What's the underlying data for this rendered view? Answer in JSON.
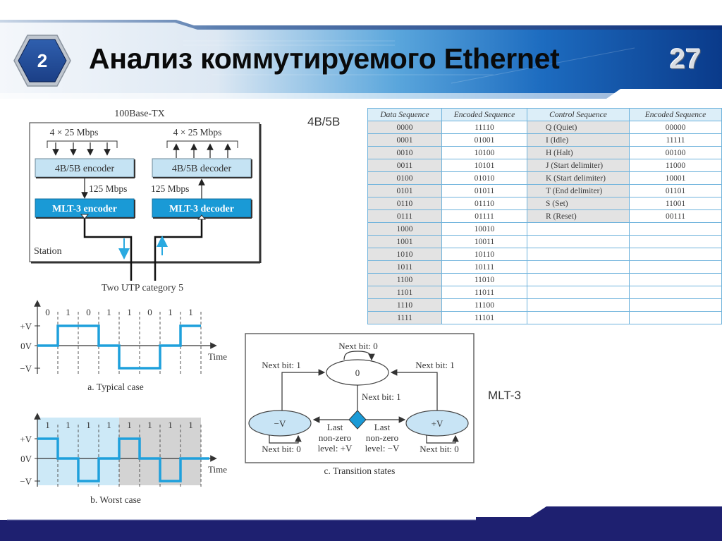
{
  "header": {
    "section_number": "2",
    "title": "Анализ коммутируемого Ethernet",
    "page_number": "27",
    "colors": {
      "band_dark": "#0b3d8f",
      "band_light": "#e6eef6",
      "hex_fill": "#2f5fae",
      "footer": "#1e2070"
    }
  },
  "labels": {
    "table_caption": "4B/5B",
    "state_caption": "MLT-3"
  },
  "block_diagram": {
    "title": "100Base-TX",
    "rate_in": "4 × 25 Mbps",
    "rate_out": "4 × 25 Mbps",
    "encoder_4b5b": "4B/5B encoder",
    "decoder_4b5b": "4B/5B decoder",
    "rate_mid_left": "125 Mbps",
    "rate_mid_right": "125 Mbps",
    "encoder_mlt3": "MLT-3 encoder",
    "decoder_mlt3": "MLT-3 decoder",
    "station": "Station",
    "cable": "Two UTP category 5"
  },
  "waveform_typical": {
    "caption": "a. Typical case",
    "bits": [
      "0",
      "1",
      "0",
      "1",
      "1",
      "0",
      "1",
      "1"
    ],
    "levels": [
      0,
      1,
      1,
      0,
      -1,
      -1,
      0,
      1
    ],
    "y_labels": [
      "+V",
      "0V",
      "−V"
    ],
    "x_label": "Time"
  },
  "waveform_worst": {
    "caption": "b. Worst case",
    "bits": [
      "1",
      "1",
      "1",
      "1",
      "1",
      "1",
      "1",
      "1"
    ],
    "levels": [
      1,
      0,
      -1,
      0,
      1,
      0,
      -1,
      0
    ],
    "y_labels": [
      "+V",
      "0V",
      "−V"
    ],
    "x_label": "Time"
  },
  "state_diagram": {
    "caption": "c. Transition states",
    "state_zero": "0",
    "state_neg": "−V",
    "state_pos": "+V",
    "loop_zero": "Next bit: 0",
    "left_to_zero": "Next bit: 1",
    "right_to_zero": "Next bit: 1",
    "zero_down": "Next bit: 1",
    "loop_neg": "Next bit: 0",
    "loop_pos": "Next bit: 0",
    "branch_left": [
      "Last",
      "non-zero",
      "level: +V"
    ],
    "branch_right": [
      "Last",
      "non-zero",
      "level: −V"
    ]
  },
  "table": {
    "headers": [
      "Data Sequence",
      "Encoded Sequence",
      "Control Sequence",
      "Encoded Sequence"
    ],
    "rows": [
      [
        "0000",
        "11110",
        "Q (Quiet)",
        "00000"
      ],
      [
        "0001",
        "01001",
        "I (Idle)",
        "11111"
      ],
      [
        "0010",
        "10100",
        "H (Halt)",
        "00100"
      ],
      [
        "0011",
        "10101",
        "J (Start delimiter)",
        "11000"
      ],
      [
        "0100",
        "01010",
        "K (Start delimiter)",
        "10001"
      ],
      [
        "0101",
        "01011",
        "T (End delimiter)",
        "01101"
      ],
      [
        "0110",
        "01110",
        "S (Set)",
        "11001"
      ],
      [
        "0111",
        "01111",
        "R (Reset)",
        "00111"
      ],
      [
        "1000",
        "10010",
        "",
        ""
      ],
      [
        "1001",
        "10011",
        "",
        ""
      ],
      [
        "1010",
        "10110",
        "",
        ""
      ],
      [
        "1011",
        "10111",
        "",
        ""
      ],
      [
        "1100",
        "11010",
        "",
        ""
      ],
      [
        "1101",
        "11011",
        "",
        ""
      ],
      [
        "1110",
        "11100",
        "",
        ""
      ],
      [
        "1111",
        "11101",
        "",
        ""
      ]
    ]
  }
}
